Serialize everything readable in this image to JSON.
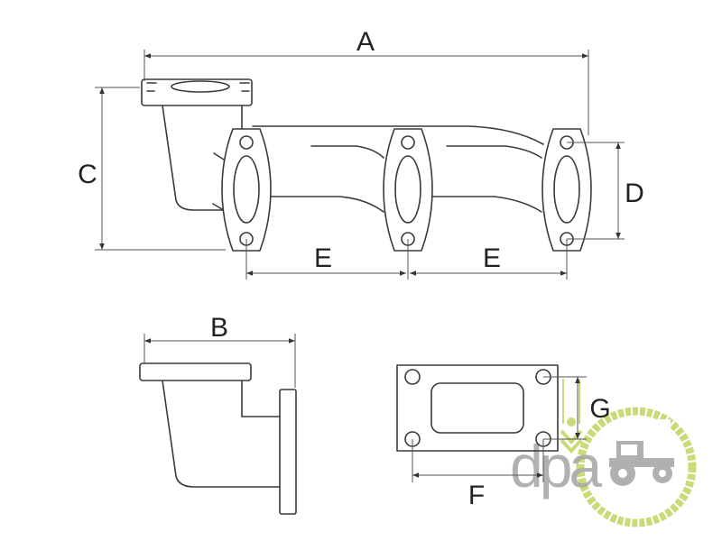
{
  "labels": {
    "A": "A",
    "B": "B",
    "C": "C",
    "D": "D",
    "E1": "E",
    "E2": "E",
    "F": "F",
    "G": "G"
  },
  "logo": {
    "text": "dpa",
    "green": "#c6d66a",
    "gray": "#9a9a9a"
  }
}
